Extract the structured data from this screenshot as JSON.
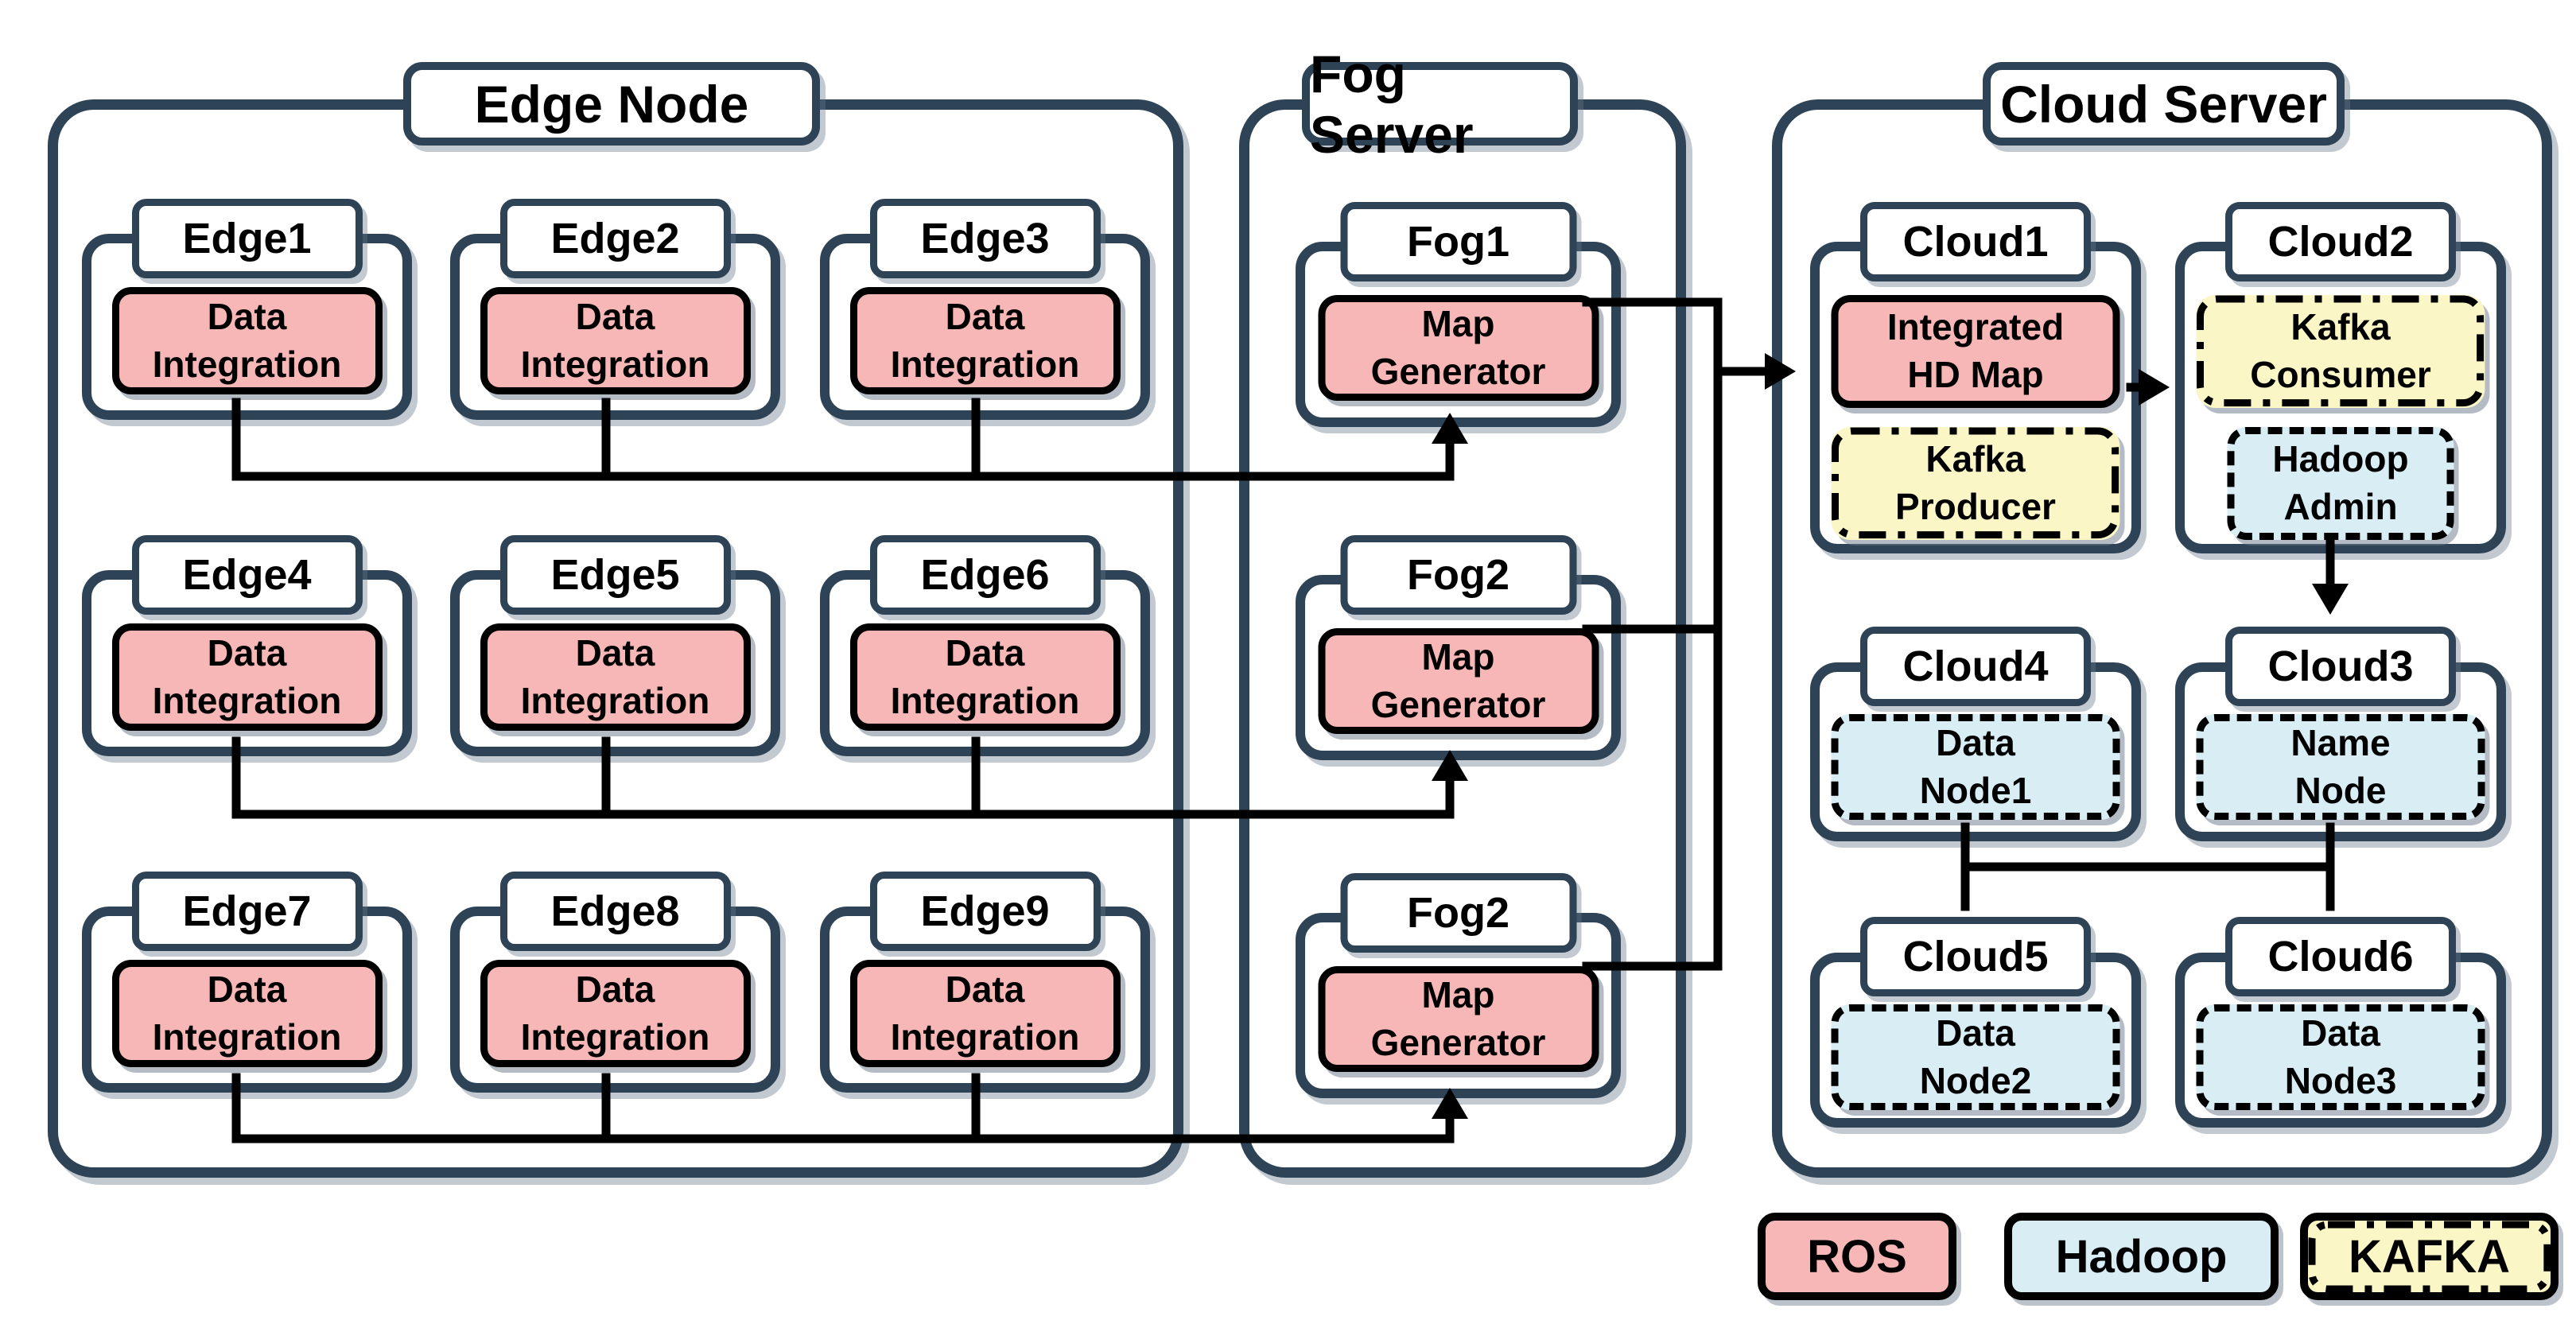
{
  "edge": {
    "title": "Edge Node",
    "nodes": [
      {
        "label": "Edge1",
        "component": "Data\nIntegration"
      },
      {
        "label": "Edge2",
        "component": "Data\nIntegration"
      },
      {
        "label": "Edge3",
        "component": "Data\nIntegration"
      },
      {
        "label": "Edge4",
        "component": "Data\nIntegration"
      },
      {
        "label": "Edge5",
        "component": "Data\nIntegration"
      },
      {
        "label": "Edge6",
        "component": "Data\nIntegration"
      },
      {
        "label": "Edge7",
        "component": "Data\nIntegration"
      },
      {
        "label": "Edge8",
        "component": "Data\nIntegration"
      },
      {
        "label": "Edge9",
        "component": "Data\nIntegration"
      }
    ]
  },
  "fog": {
    "title": "Fog Server",
    "nodes": [
      {
        "label": "Fog1",
        "component": "Map\nGenerator"
      },
      {
        "label": "Fog2",
        "component": "Map\nGenerator"
      },
      {
        "label": "Fog2",
        "component": "Map\nGenerator"
      }
    ]
  },
  "cloud": {
    "title": "Cloud Server",
    "nodes": [
      {
        "label": "Cloud1",
        "components": [
          {
            "text": "Integrated\nHD Map",
            "type": "ros"
          },
          {
            "text": "Kafka\nProducer",
            "type": "kafka"
          }
        ]
      },
      {
        "label": "Cloud2",
        "components": [
          {
            "text": "Kafka\nConsumer",
            "type": "kafka"
          },
          {
            "text": "Hadoop\nAdmin",
            "type": "hadoop"
          }
        ]
      },
      {
        "label": "Cloud4",
        "components": [
          {
            "text": "Data\nNode1",
            "type": "hadoop"
          }
        ]
      },
      {
        "label": "Cloud3",
        "components": [
          {
            "text": "Name\nNode",
            "type": "hadoop"
          }
        ]
      },
      {
        "label": "Cloud5",
        "components": [
          {
            "text": "Data\nNode2",
            "type": "hadoop"
          }
        ]
      },
      {
        "label": "Cloud6",
        "components": [
          {
            "text": "Data\nNode3",
            "type": "hadoop"
          }
        ]
      }
    ]
  },
  "legend": {
    "items": [
      {
        "label": "ROS",
        "type": "ros"
      },
      {
        "label": "Hadoop",
        "type": "hadoop"
      },
      {
        "label": "KAFKA",
        "type": "kafka"
      }
    ]
  },
  "colors": {
    "ros_fill": "#f8b7b7",
    "hadoop_fill": "#d9edf4",
    "kafka_fill": "#faf6c5",
    "frame": "#2e4356",
    "line": "#000000"
  }
}
